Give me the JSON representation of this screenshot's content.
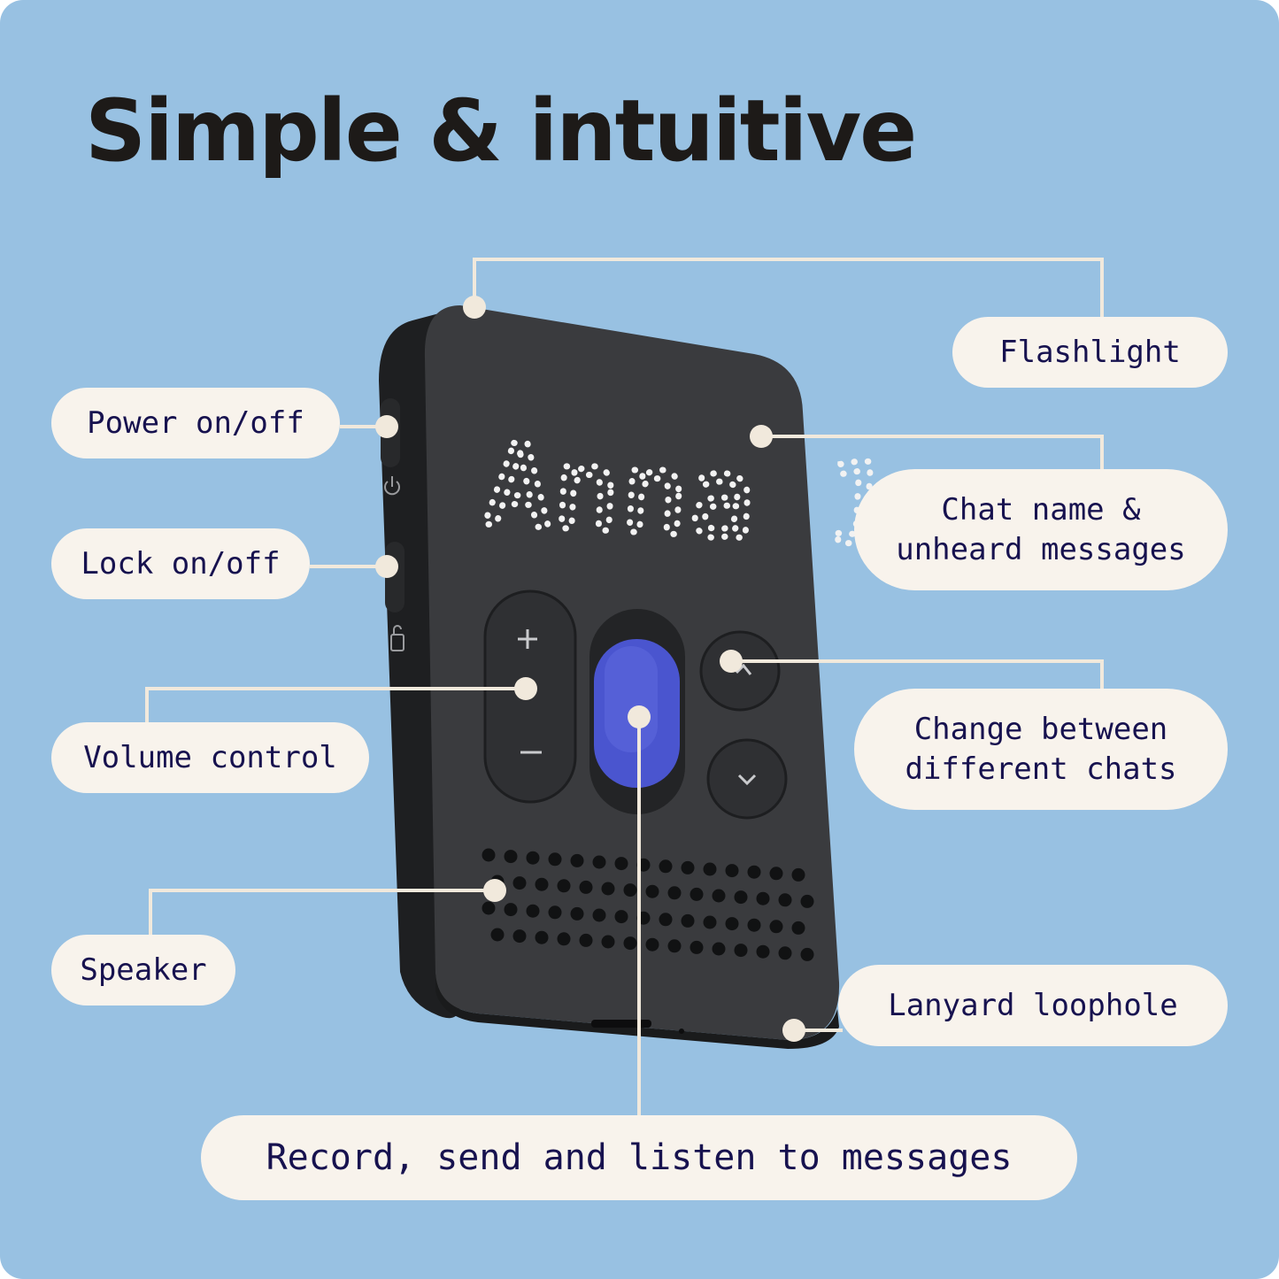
{
  "headline": "Simple & intuitive",
  "device": {
    "screen_text": "Anna 1",
    "body_color": "#333436",
    "main_button_color": "#4a55cf",
    "icons": [
      "power-icon",
      "lock-icon",
      "plus-icon",
      "minus-icon",
      "chevron-up-icon",
      "chevron-down-icon"
    ]
  },
  "labels": {
    "flashlight": "Flashlight",
    "power": "Power on/off",
    "chat_name": "Chat name &\nunheard messages",
    "lock": "Lock on/off",
    "change_chats": "Change between\ndifferent chats",
    "volume": "Volume control",
    "speaker": "Speaker",
    "lanyard": "Lanyard loophole",
    "record": "Record, send and listen to messages"
  },
  "colors": {
    "background": "#98c1e2",
    "label_fill": "#f8f3ec",
    "label_text": "#17124f",
    "leader_line": "#f1e9dc",
    "headline": "#1d1a18"
  }
}
